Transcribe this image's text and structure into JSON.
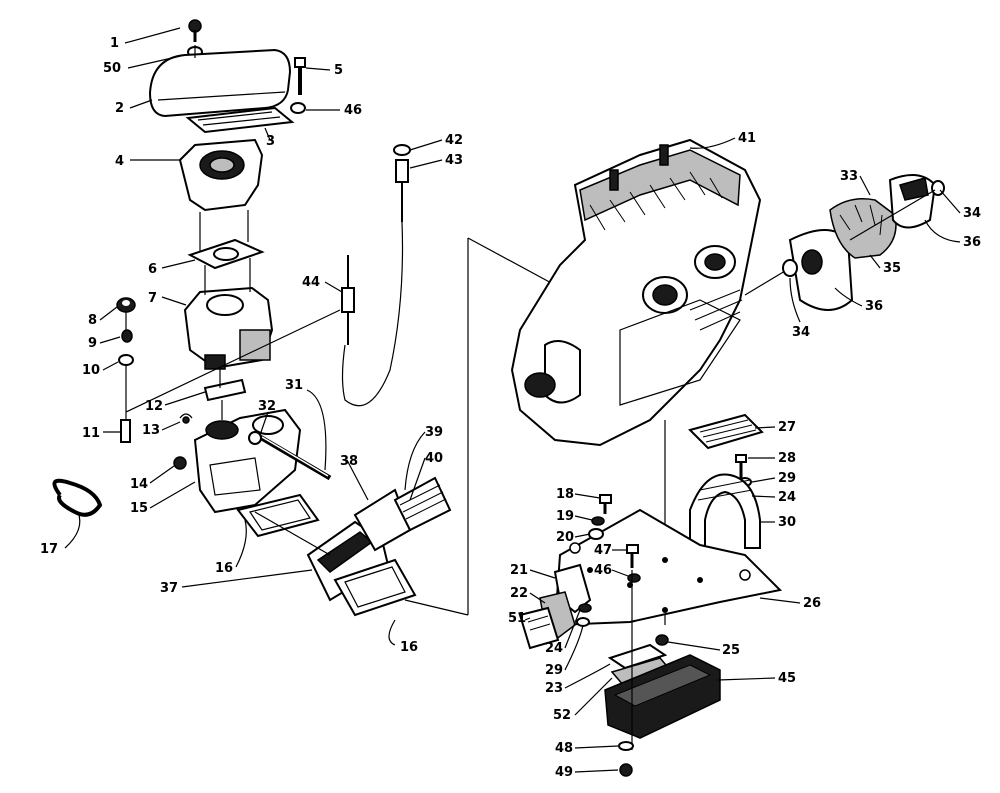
{
  "diagram": {
    "type": "exploded-parts-view",
    "callouts": [
      "1",
      "2",
      "3",
      "4",
      "5",
      "6",
      "7",
      "8",
      "9",
      "10",
      "11",
      "12",
      "13",
      "14",
      "15",
      "16",
      "17",
      "18",
      "19",
      "20",
      "21",
      "22",
      "23",
      "24",
      "25",
      "26",
      "27",
      "28",
      "29",
      "30",
      "31",
      "32",
      "33",
      "34",
      "35",
      "36",
      "37",
      "38",
      "39",
      "40",
      "41",
      "42",
      "43",
      "44",
      "45",
      "46",
      "47",
      "48",
      "49",
      "50",
      "51",
      "52"
    ]
  },
  "labels": [
    {
      "id": "c1",
      "text": "1"
    },
    {
      "id": "c50",
      "text": "50"
    },
    {
      "id": "c2",
      "text": "2"
    },
    {
      "id": "c3",
      "text": "3"
    },
    {
      "id": "c4",
      "text": "4"
    },
    {
      "id": "c5",
      "text": "5"
    },
    {
      "id": "c46a",
      "text": "46"
    },
    {
      "id": "c6",
      "text": "6"
    },
    {
      "id": "c7",
      "text": "7"
    },
    {
      "id": "c8",
      "text": "8"
    },
    {
      "id": "c9",
      "text": "9"
    },
    {
      "id": "c10",
      "text": "10"
    },
    {
      "id": "c11",
      "text": "11"
    },
    {
      "id": "c12",
      "text": "12"
    },
    {
      "id": "c13",
      "text": "13"
    },
    {
      "id": "c14",
      "text": "14"
    },
    {
      "id": "c15",
      "text": "15"
    },
    {
      "id": "c16a",
      "text": "16"
    },
    {
      "id": "c16b",
      "text": "16"
    },
    {
      "id": "c17",
      "text": "17"
    },
    {
      "id": "c37",
      "text": "37"
    },
    {
      "id": "c31",
      "text": "31"
    },
    {
      "id": "c32",
      "text": "32"
    },
    {
      "id": "c38",
      "text": "38"
    },
    {
      "id": "c39",
      "text": "39"
    },
    {
      "id": "c40",
      "text": "40"
    },
    {
      "id": "c42",
      "text": "42"
    },
    {
      "id": "c43",
      "text": "43"
    },
    {
      "id": "c44",
      "text": "44"
    },
    {
      "id": "c41",
      "text": "41"
    },
    {
      "id": "c33",
      "text": "33"
    },
    {
      "id": "c34a",
      "text": "34"
    },
    {
      "id": "c36a",
      "text": "36"
    },
    {
      "id": "c35",
      "text": "35"
    },
    {
      "id": "c36b",
      "text": "36"
    },
    {
      "id": "c34b",
      "text": "34"
    },
    {
      "id": "c27",
      "text": "27"
    },
    {
      "id": "c28",
      "text": "28"
    },
    {
      "id": "c29a",
      "text": "29"
    },
    {
      "id": "c24a",
      "text": "24"
    },
    {
      "id": "c30",
      "text": "30"
    },
    {
      "id": "c18",
      "text": "18"
    },
    {
      "id": "c19",
      "text": "19"
    },
    {
      "id": "c20",
      "text": "20"
    },
    {
      "id": "c47",
      "text": "47"
    },
    {
      "id": "c46b",
      "text": "46"
    },
    {
      "id": "c21",
      "text": "21"
    },
    {
      "id": "c22",
      "text": "22"
    },
    {
      "id": "c51",
      "text": "51"
    },
    {
      "id": "c24b",
      "text": "24"
    },
    {
      "id": "c29b",
      "text": "29"
    },
    {
      "id": "c23",
      "text": "23"
    },
    {
      "id": "c52",
      "text": "52"
    },
    {
      "id": "c25",
      "text": "25"
    },
    {
      "id": "c26",
      "text": "26"
    },
    {
      "id": "c45",
      "text": "45"
    },
    {
      "id": "c48",
      "text": "48"
    },
    {
      "id": "c49",
      "text": "49"
    }
  ]
}
